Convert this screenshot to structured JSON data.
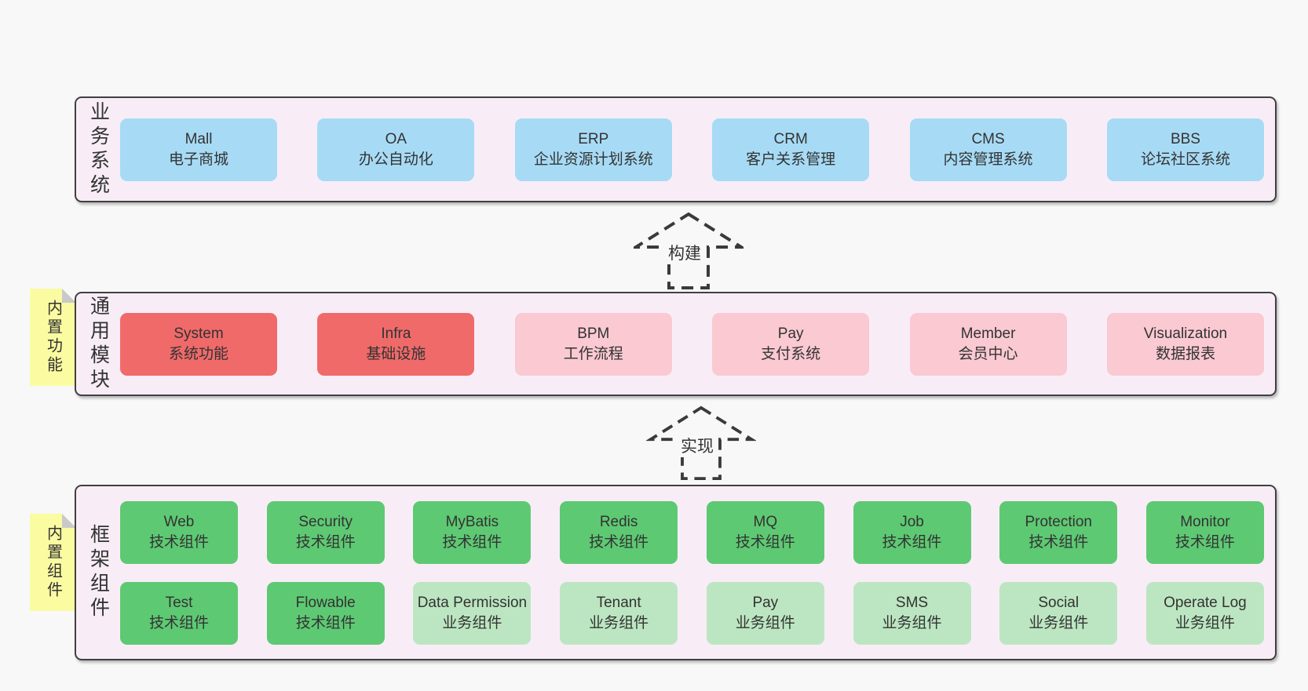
{
  "colors": {
    "page_bg": "#f8f8f8",
    "band_bg": "#f8edf7",
    "band_border": "#404040",
    "blue_box": "#a7dbf5",
    "red_box": "#f06a6a",
    "pink_box": "#fac9d2",
    "green_box": "#5ec973",
    "light_green_box": "#bce6c1",
    "sticky_yellow": "#fbfba1",
    "sticky_fold": "#c9c9c9",
    "text": "#333333"
  },
  "arrows": [
    {
      "label": "构建"
    },
    {
      "label": "实现"
    }
  ],
  "bands": [
    {
      "label": "业务系统",
      "boxes": [
        {
          "title": "Mall",
          "subtitle": "电子商城"
        },
        {
          "title": "OA",
          "subtitle": "办公自动化"
        },
        {
          "title": "ERP",
          "subtitle": "企业资源计划系统"
        },
        {
          "title": "CRM",
          "subtitle": "客户关系管理"
        },
        {
          "title": "CMS",
          "subtitle": "内容管理系统"
        },
        {
          "title": "BBS",
          "subtitle": "论坛社区系统"
        }
      ]
    },
    {
      "label": "通用模块",
      "sticky": "内置功能",
      "boxes": [
        {
          "title": "System",
          "subtitle": "系统功能"
        },
        {
          "title": "Infra",
          "subtitle": "基础设施"
        },
        {
          "title": "BPM",
          "subtitle": "工作流程"
        },
        {
          "title": "Pay",
          "subtitle": "支付系统"
        },
        {
          "title": "Member",
          "subtitle": "会员中心"
        },
        {
          "title": "Visualization",
          "subtitle": "数据报表"
        }
      ]
    },
    {
      "label": "框架组件",
      "sticky": "内置组件",
      "rows": [
        [
          {
            "title": "Web",
            "subtitle": "技术组件"
          },
          {
            "title": "Security",
            "subtitle": "技术组件"
          },
          {
            "title": "MyBatis",
            "subtitle": "技术组件"
          },
          {
            "title": "Redis",
            "subtitle": "技术组件"
          },
          {
            "title": "MQ",
            "subtitle": "技术组件"
          },
          {
            "title": "Job",
            "subtitle": "技术组件"
          },
          {
            "title": "Protection",
            "subtitle": "技术组件"
          },
          {
            "title": "Monitor",
            "subtitle": "技术组件"
          }
        ],
        [
          {
            "title": "Test",
            "subtitle": "技术组件"
          },
          {
            "title": "Flowable",
            "subtitle": "技术组件"
          },
          {
            "title": "Data Permission",
            "subtitle": "业务组件"
          },
          {
            "title": "Tenant",
            "subtitle": "业务组件"
          },
          {
            "title": "Pay",
            "subtitle": "业务组件"
          },
          {
            "title": "SMS",
            "subtitle": "业务组件"
          },
          {
            "title": "Social",
            "subtitle": "业务组件"
          },
          {
            "title": "Operate Log",
            "subtitle": "业务组件"
          }
        ]
      ]
    }
  ]
}
